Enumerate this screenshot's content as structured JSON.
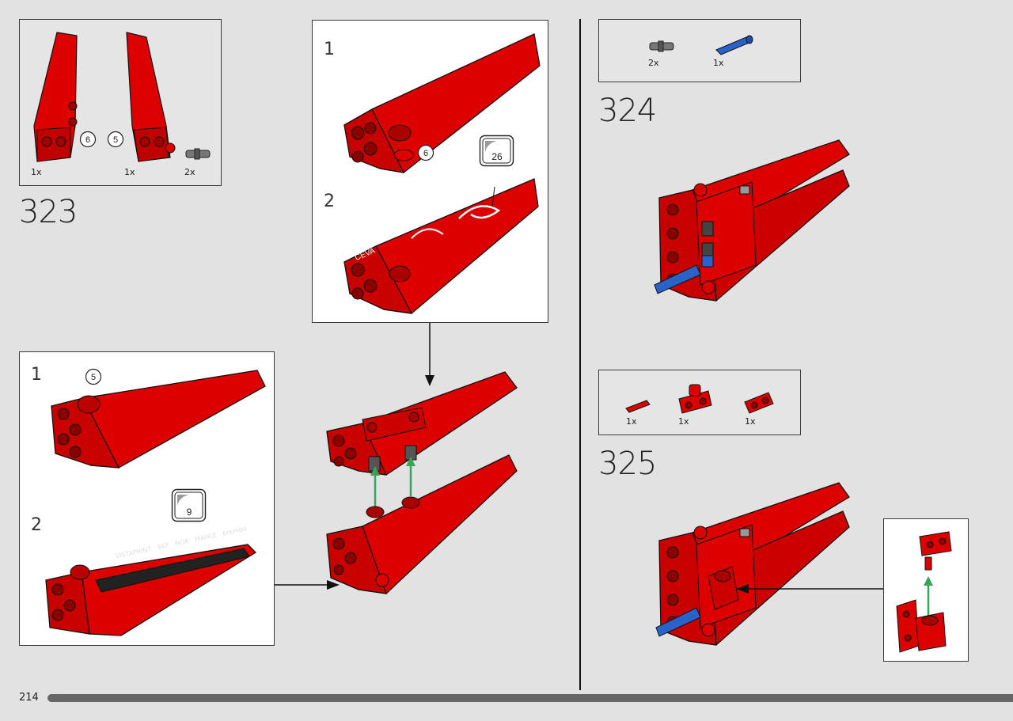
{
  "page_number": "214",
  "colors": {
    "accent_red": "#dd0000",
    "pin_blue": "#2a63c8",
    "arrow_green": "#3aa35a",
    "bar": "#666666"
  },
  "step_323": {
    "number": "323",
    "parts": [
      {
        "qty": "1x"
      },
      {
        "qty": "1x"
      },
      {
        "qty": "2x"
      }
    ],
    "callouts": [
      "6",
      "5"
    ]
  },
  "sub_top": {
    "step1": "1",
    "step1_callout": "6",
    "step2": "2",
    "sticker": "26",
    "sticker_text": "CEVA"
  },
  "sub_left": {
    "step1": "1",
    "step1_callout": "5",
    "step2": "2",
    "sticker": "9",
    "sticker_text": [
      "brembo",
      "MAHLE",
      "NOK",
      "SKF",
      "VISTAPRINT"
    ]
  },
  "step_324": {
    "number": "324",
    "parts": [
      {
        "qty": "2x"
      },
      {
        "qty": "1x"
      }
    ]
  },
  "step_325": {
    "number": "325",
    "parts": [
      {
        "qty": "1x"
      },
      {
        "qty": "1x"
      },
      {
        "qty": "1x"
      }
    ]
  }
}
